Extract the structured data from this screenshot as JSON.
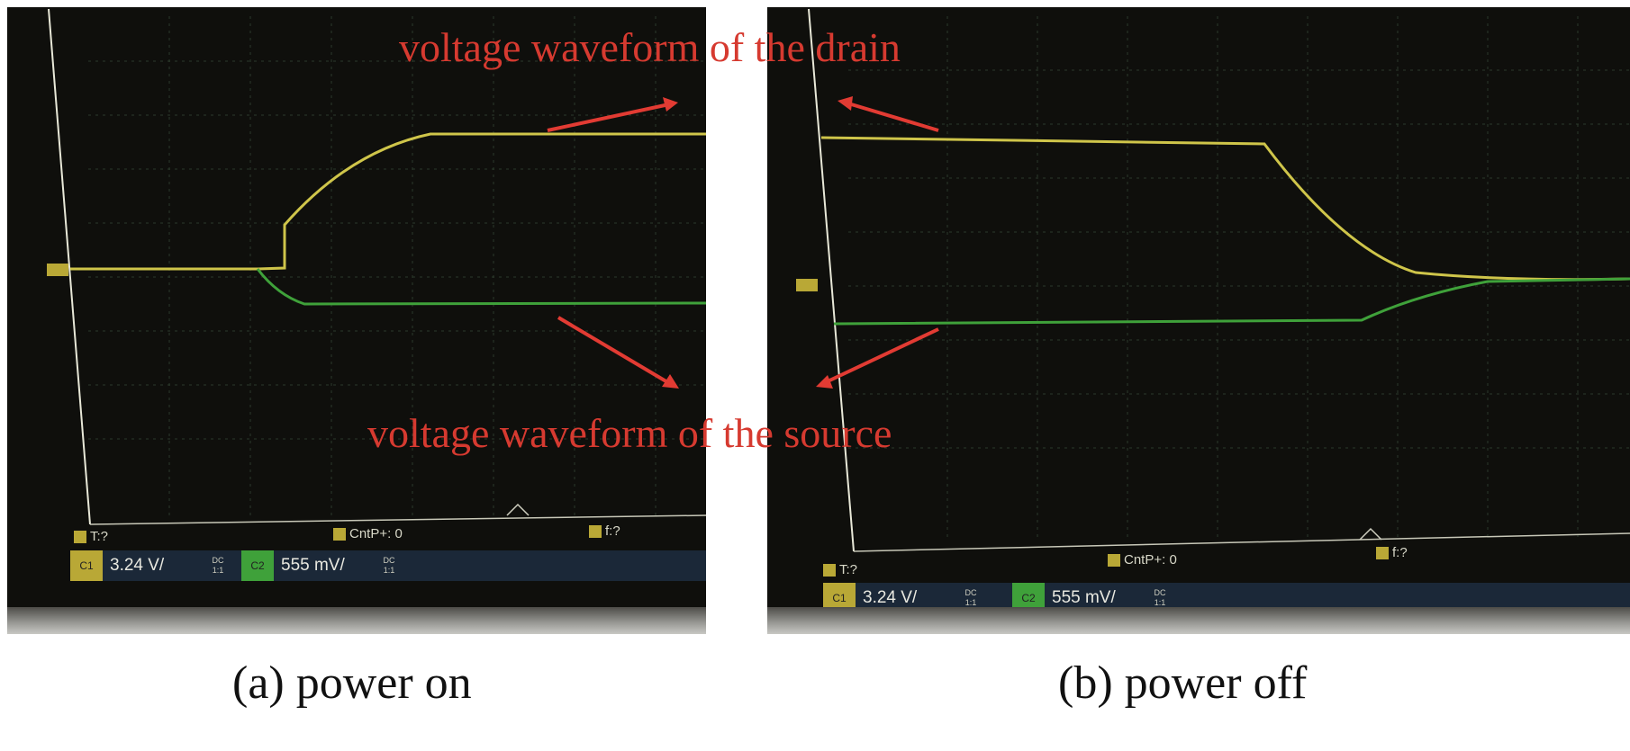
{
  "annotations": {
    "drain": "voltage waveform of the drain",
    "source": "voltage waveform of the source"
  },
  "panel_a": {
    "caption": "(a) power on",
    "status": {
      "trigger": "T:?",
      "count": "CntP+: 0",
      "freq": "f:?"
    },
    "channels": [
      {
        "label": "C1",
        "value": "3.24 V/",
        "coupling": "DC",
        "sub": "1:1"
      },
      {
        "label": "C2",
        "value": "555 mV/",
        "coupling": "DC",
        "sub": "1:1"
      }
    ]
  },
  "panel_b": {
    "caption": "(b) power off",
    "status": {
      "trigger": "T:?",
      "count": "CntP+: 0",
      "freq": "f:?"
    },
    "channels": [
      {
        "label": "C1",
        "value": "3.24 V/",
        "coupling": "DC",
        "sub": "1:1"
      },
      {
        "label": "C2",
        "value": "555 mV/",
        "coupling": "DC",
        "sub": "1:1"
      }
    ]
  },
  "colors": {
    "drain_trace": "#cfc54a",
    "source_trace": "#3fa13a",
    "annotation": "#d63a30",
    "arrow": "#e23b33",
    "grid": "#2b3a2b"
  }
}
